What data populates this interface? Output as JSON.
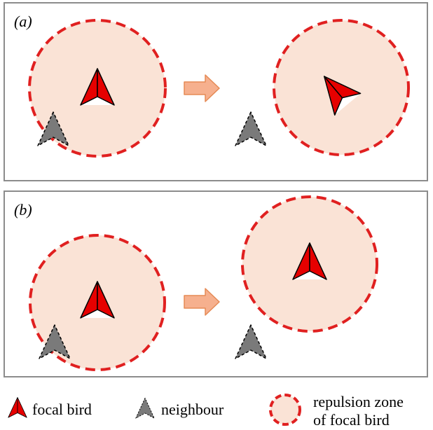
{
  "panels": [
    {
      "label": "(a)"
    },
    {
      "label": "(b)"
    }
  ],
  "legend": {
    "focal_bird": "focal bird",
    "neighbour": "neighbour",
    "repulsion_line1": "repulsion zone",
    "repulsion_line2": "of focal bird"
  },
  "colors": {
    "focal_bird": "#e60000",
    "neighbour": "#7a7a7a",
    "zone_fill": "#fae3d6",
    "zone_stroke": "#e02020",
    "arrow_fill": "#f6b08e",
    "arrow_stroke": "#e58a55",
    "panel_border": "#8c8c8c"
  }
}
